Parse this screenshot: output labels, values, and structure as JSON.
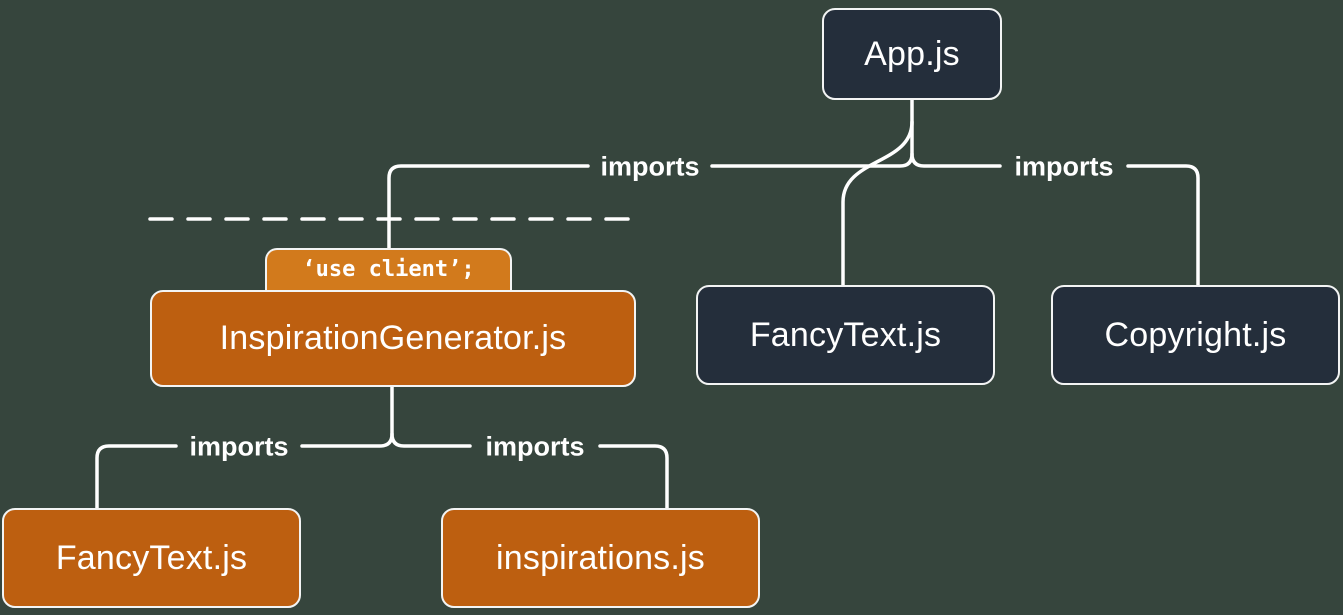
{
  "diagram": {
    "title_hint": "module import tree with client boundary",
    "colors": {
      "background": "#36453d",
      "server_node": "#242e3b",
      "client_node": "#bd5f10",
      "use_client_badge": "#d27a1c",
      "node_border": "#f3f4f4",
      "connector_line": "#ffffff",
      "label_text": "#ffffff"
    },
    "nodes": {
      "app": {
        "label": "App.js",
        "type": "server"
      },
      "inspiration_generator": {
        "label": "InspirationGenerator.js",
        "type": "client",
        "directive": "‘use client’;"
      },
      "fancytext_server": {
        "label": "FancyText.js",
        "type": "server"
      },
      "copyright": {
        "label": "Copyright.js",
        "type": "server"
      },
      "fancytext_client": {
        "label": "FancyText.js",
        "type": "client"
      },
      "inspirations": {
        "label": "inspirations.js",
        "type": "client"
      }
    },
    "edges": {
      "app_to_inspiration_generator": {
        "label": "imports"
      },
      "app_to_fancytext": {
        "label": ""
      },
      "app_to_copyright": {
        "label": "imports"
      },
      "generator_to_fancytext": {
        "label": "imports"
      },
      "generator_to_inspirations": {
        "label": "imports"
      }
    }
  }
}
